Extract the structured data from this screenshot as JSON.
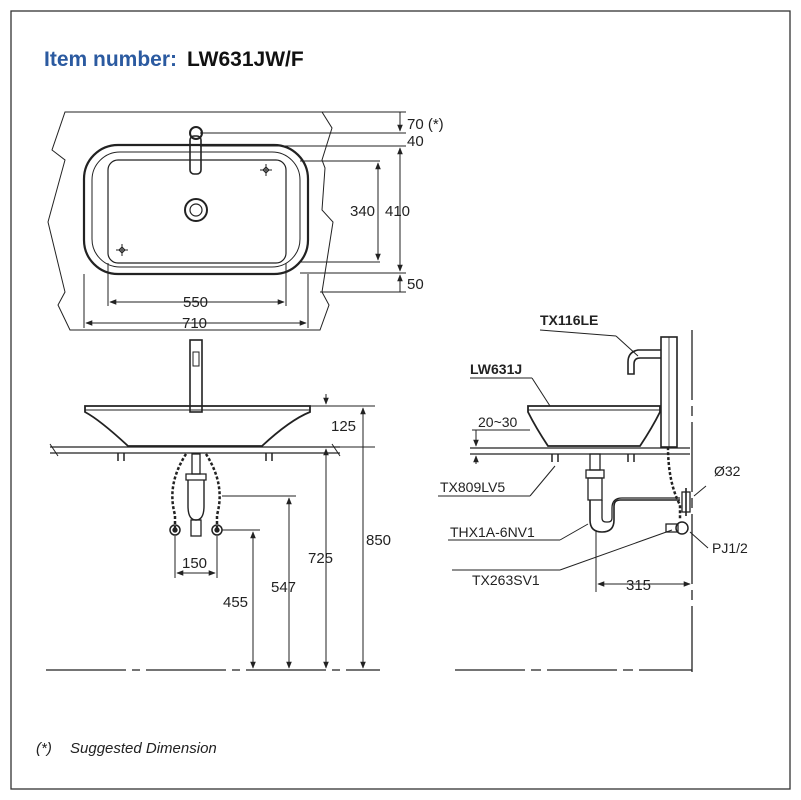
{
  "header": {
    "prefix": "Item number:",
    "model": "LW631JW/F",
    "prefix_color": "#2b5aa0"
  },
  "top_view": {
    "dim_70": "70 (*)",
    "dim_40": "40",
    "dim_340": "340",
    "dim_410": "410",
    "dim_50": "50",
    "dim_550": "550",
    "dim_710": "710"
  },
  "front_view": {
    "dim_125": "125",
    "dim_150": "150",
    "dim_455": "455",
    "dim_547": "547",
    "dim_725": "725",
    "dim_850": "850"
  },
  "side_view": {
    "faucet": "TX116LE",
    "basin": "LW631J",
    "dim_20_30": "20~30",
    "waste": "TX809LV5",
    "diameter": "Ø32",
    "trap": "THX1A-6NV1",
    "pj": "PJ1/2",
    "stop": "TX263SV1",
    "dim_315": "315"
  },
  "footnote": {
    "marker": "(*)",
    "text": "Suggested Dimension"
  }
}
